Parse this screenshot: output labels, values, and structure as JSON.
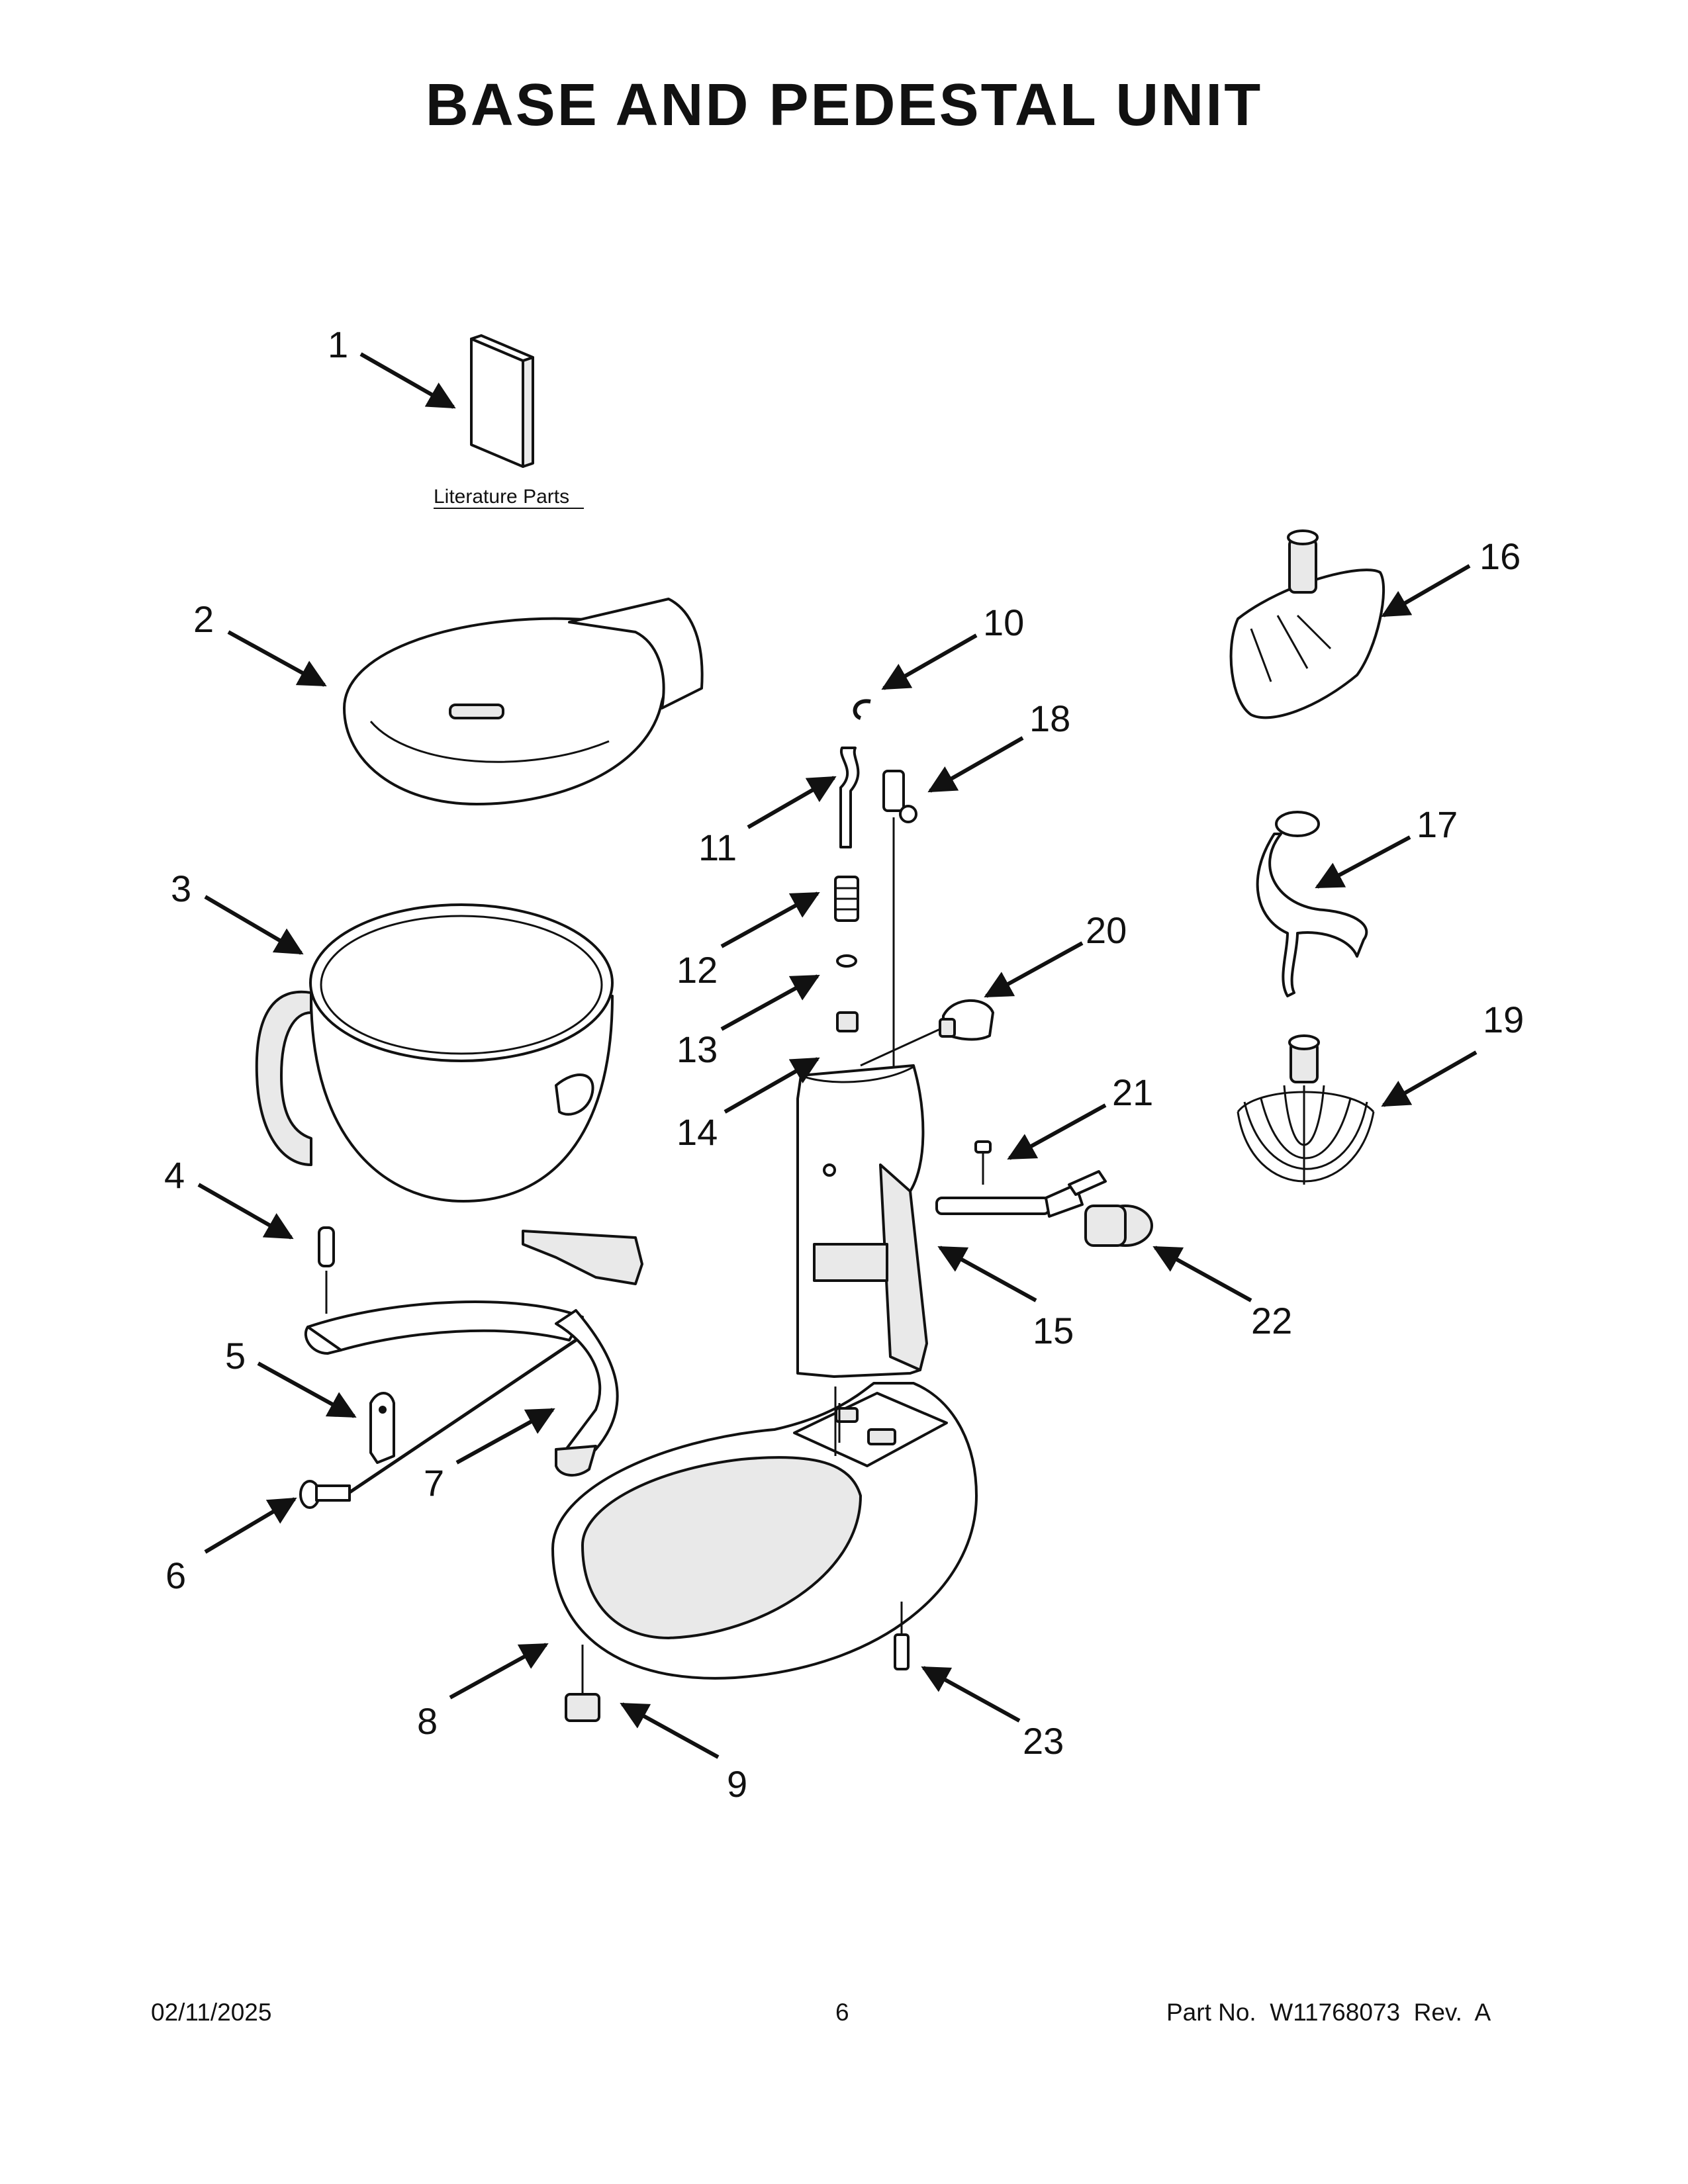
{
  "title": "BASE AND PEDESTAL UNIT",
  "literature_label": "Literature Parts",
  "callouts": [
    "1",
    "2",
    "3",
    "4",
    "5",
    "6",
    "7",
    "8",
    "9",
    "10",
    "11",
    "12",
    "13",
    "14",
    "15",
    "16",
    "17",
    "18",
    "19",
    "20",
    "21",
    "22",
    "23"
  ],
  "footer": {
    "date": "02/11/2025",
    "page": "6",
    "part_no": "Part No.  W11768073  Rev.  A"
  }
}
